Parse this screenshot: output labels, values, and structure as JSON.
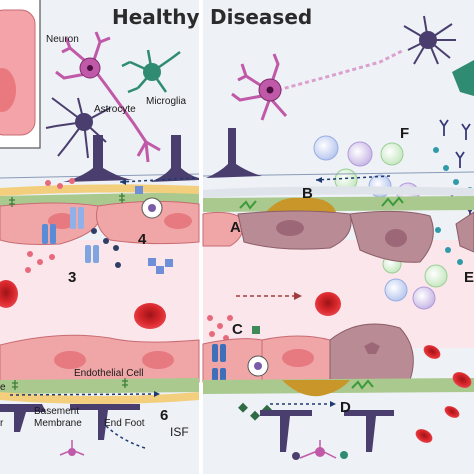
{
  "panels": {
    "healthy": {
      "title": "Healthy"
    },
    "diseased": {
      "title": "Diseased"
    }
  },
  "cell_labels": {
    "neuron": "Neuron",
    "microglia": "Microglia",
    "astrocyte": "Astrocyte",
    "endothelial_cell": "Endothelial Cell",
    "basement_membrane_line1": "Basement",
    "basement_membrane_line2": "Membrane",
    "end_foot": "End Foot",
    "isf": "ISF",
    "left_cut_e": "e",
    "left_cut_r": "r"
  },
  "markers": {
    "m3": "3",
    "m4": "4",
    "m6": "6",
    "mA": "A",
    "mB": "B",
    "mC": "C",
    "mD": "D",
    "mF": "F",
    "mE": "E"
  },
  "colors": {
    "background": "#eef1f6",
    "lumen": "#fbe6ec",
    "endothelial": "#f0a6a6",
    "endothelial_dark": "#b98b94",
    "basement": "#a9c98e",
    "end_foot": "#f3cf7d",
    "neuron": "#c05aa8",
    "microglia": "#2f8c72",
    "astrocyte": "#4a3e6e",
    "rbc": "#d7262b",
    "panel_border": "#555555"
  }
}
